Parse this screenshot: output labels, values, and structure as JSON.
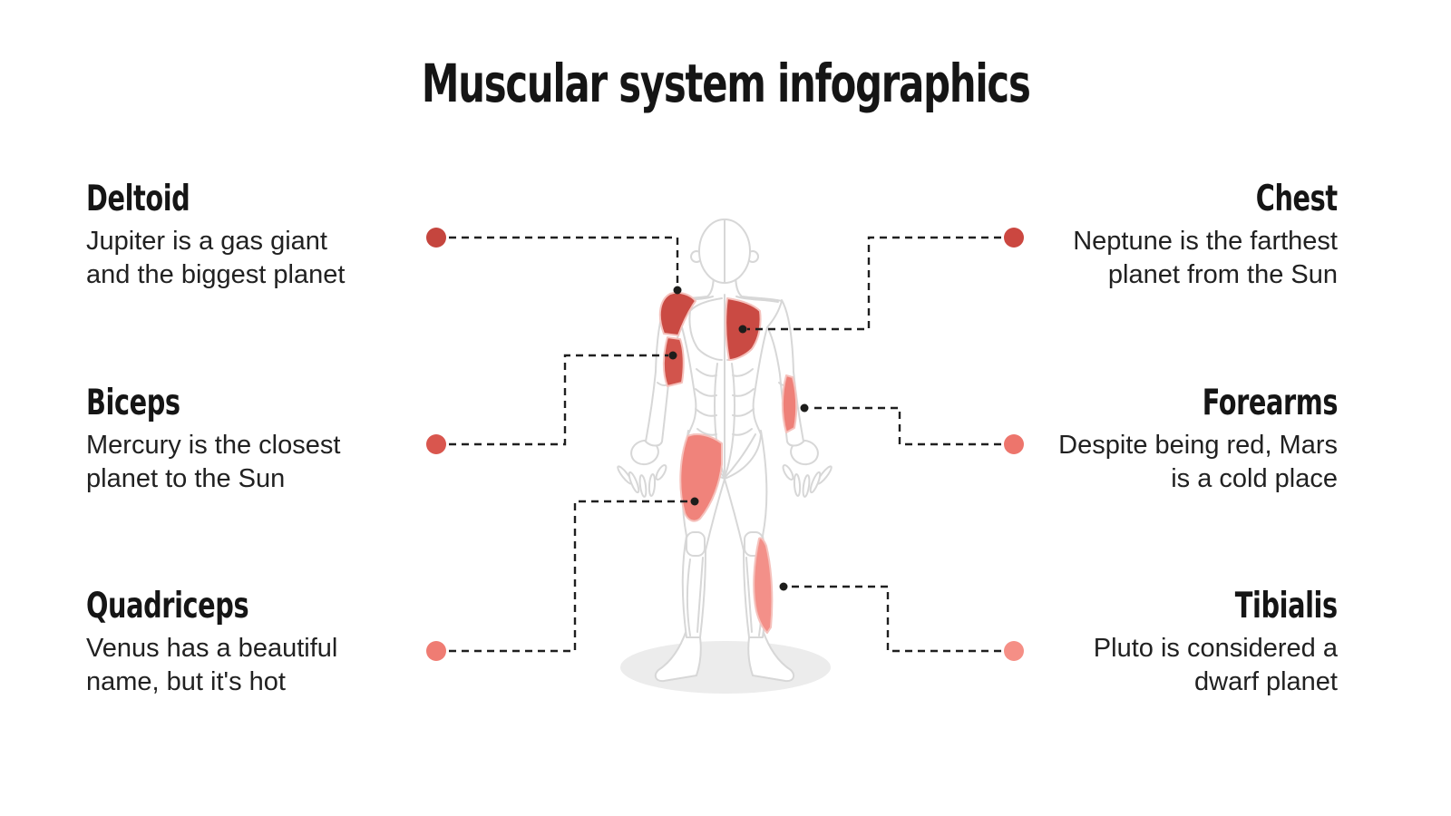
{
  "title": "Muscular system infographics",
  "theme": {
    "background": "#ffffff",
    "text_color": "#1d1d1b",
    "figure_outline": "#d7d7d7",
    "floor_shadow": "#ececec",
    "connector_color": "#1f1f1f",
    "muscle_stroke": "#f5c2bd"
  },
  "labels": [
    {
      "id": "deltoid",
      "side": "left",
      "title": "Deltoid",
      "line1": "Jupiter is a gas giant",
      "line2": "and the biggest planet",
      "dot_color": "#c5453e",
      "muscle_color": "#ca4a43"
    },
    {
      "id": "biceps",
      "side": "left",
      "title": "Biceps",
      "line1": "Mercury is the closest",
      "line2": "planet to the Sun",
      "dot_color": "#d9564e",
      "muscle_color": "#d2544c"
    },
    {
      "id": "quadriceps",
      "side": "left",
      "title": "Quadriceps",
      "line1": "Venus has a beautiful",
      "line2": "name, but it's hot",
      "dot_color": "#ef7c73",
      "muscle_color": "#f0837b"
    },
    {
      "id": "chest",
      "side": "right",
      "title": "Chest",
      "line1": "Neptune is the farthest",
      "line2": "planet from the Sun",
      "dot_color": "#cb4740",
      "muscle_color": "#ca4a43"
    },
    {
      "id": "forearms",
      "side": "right",
      "title": "Forearms",
      "line1": "Despite being red, Mars",
      "line2": "is a cold place",
      "dot_color": "#ed756c",
      "muscle_color": "#ee8078"
    },
    {
      "id": "tibialis",
      "side": "right",
      "title": "Tibialis",
      "line1": "Pluto is considered a",
      "line2": "dwarf planet",
      "dot_color": "#f58f86",
      "muscle_color": "#f39089"
    }
  ]
}
